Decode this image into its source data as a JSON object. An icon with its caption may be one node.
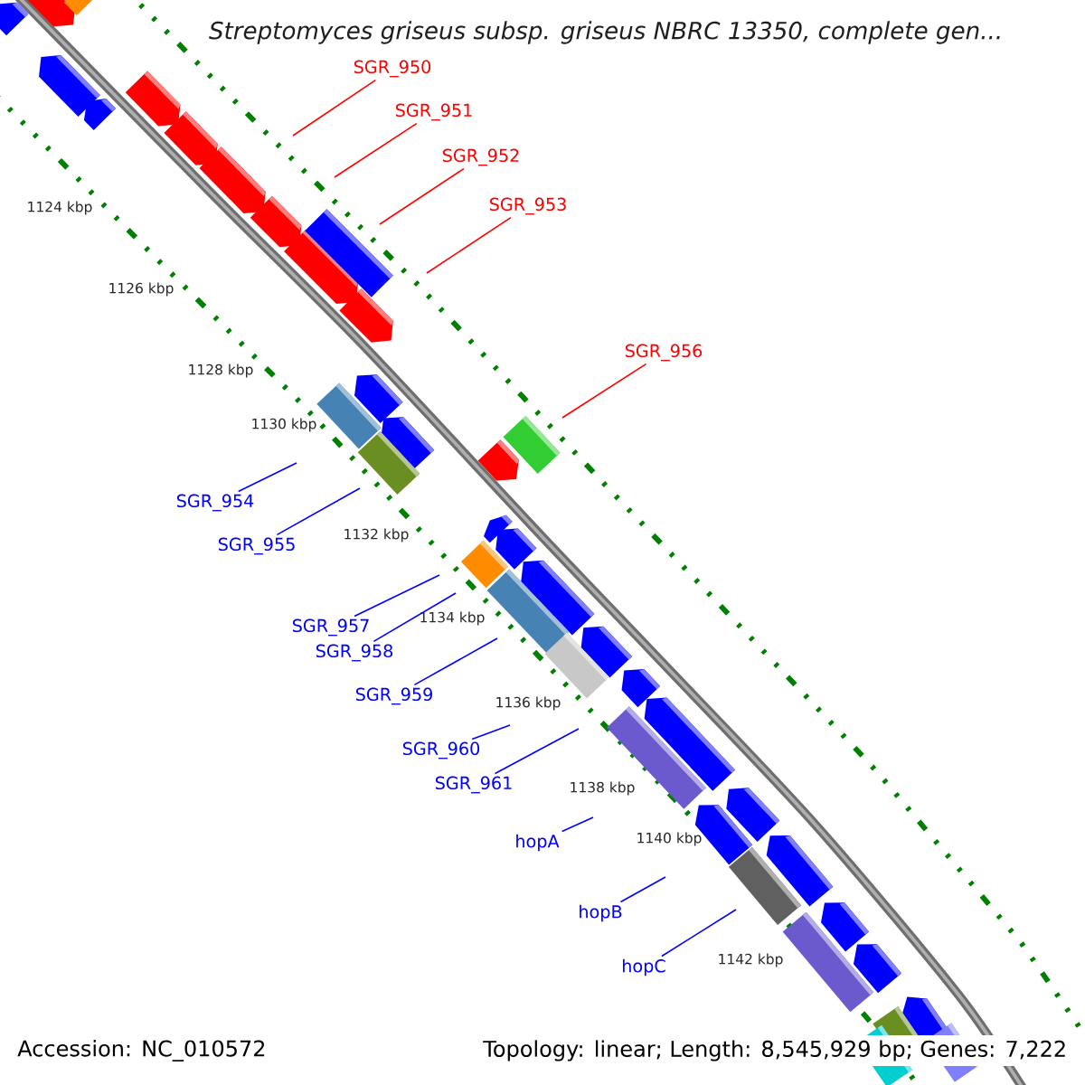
{
  "diagram": {
    "title": "Streptomyces griseus subsp. griseus NBRC 13350, complete gen...",
    "nodes": [
      {
        "text": [
          "SGR_950"
        ]
      },
      {
        "text": [
          "SGR_951"
        ]
      },
      {
        "text": [
          "SGR_952"
        ]
      },
      {
        "text": [
          "SGR_953"
        ]
      },
      {
        "text": [
          "SGR_956"
        ]
      },
      {
        "text": [
          "SGR_954"
        ]
      },
      {
        "text": [
          "SGR_955"
        ]
      },
      {
        "text": [
          "SGR_957"
        ]
      },
      {
        "text": [
          "SGR_958"
        ]
      },
      {
        "text": [
          "SGR_959"
        ]
      },
      {
        "text": [
          "SGR_960"
        ]
      },
      {
        "text": [
          "SGR_961"
        ]
      },
      {
        "text": [
          "hopA"
        ]
      },
      {
        "text": [
          "hopB"
        ]
      },
      {
        "text": [
          "hopC"
        ]
      }
    ],
    "edges": [
      {
        "from": 0,
        "to": null,
        "arrow": "none",
        "color": "#ff0000"
      },
      {
        "from": 1,
        "to": null,
        "arrow": "none",
        "color": "#ff0000"
      },
      {
        "from": 2,
        "to": null,
        "arrow": "none",
        "color": "#ff0000"
      },
      {
        "from": 3,
        "to": null,
        "arrow": "none",
        "color": "#ff0000"
      },
      {
        "from": 4,
        "to": null,
        "arrow": "none",
        "color": "#ff0000"
      },
      {
        "from": 5,
        "to": null,
        "arrow": "none"
      },
      {
        "from": 6,
        "to": null,
        "arrow": "none"
      },
      {
        "from": 7,
        "to": null,
        "arrow": "none"
      },
      {
        "from": 8,
        "to": null,
        "arrow": "none"
      },
      {
        "from": 9,
        "to": null,
        "arrow": "none"
      },
      {
        "from": 10,
        "to": null,
        "arrow": "none"
      },
      {
        "from": 11,
        "to": null,
        "arrow": "none"
      },
      {
        "from": 12,
        "to": null,
        "arrow": "none"
      },
      {
        "from": 13,
        "to": null,
        "arrow": "none"
      },
      {
        "from": 14,
        "to": null,
        "arrow": "none"
      }
    ],
    "labels": [
      "1124 kbp",
      "1126 kbp",
      "1128 kbp",
      "1130 kbp",
      "1132 kbp",
      "1134 kbp",
      "1136 kbp",
      "1138 kbp",
      "1140 kbp",
      "1142 kbp",
      "Accession: NC_010572",
      "Topology: linear; Length: 8,545,929 bp; Genes: 7,222"
    ]
  }
}
